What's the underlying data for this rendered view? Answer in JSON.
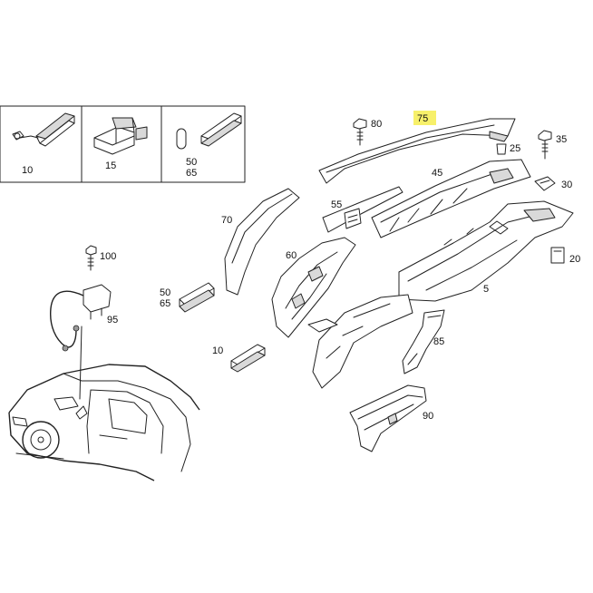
{
  "colors": {
    "highlight": "#f7f06a",
    "line": "#222222",
    "background": "#ffffff"
  },
  "callouts": {
    "p5": "5",
    "p10_inset": "10",
    "p10": "10",
    "p15": "15",
    "p20": "20",
    "p25": "25",
    "p30": "30",
    "p35": "35",
    "p45": "45",
    "p50_inset": "50",
    "p65_inset": "65",
    "p50": "50",
    "p65": "65",
    "p55": "55",
    "p60": "60",
    "p70": "70",
    "p75": "75",
    "p80": "80",
    "p85": "85",
    "p90": "90",
    "p95": "95",
    "p100": "100"
  },
  "highlighted_callout": "75"
}
